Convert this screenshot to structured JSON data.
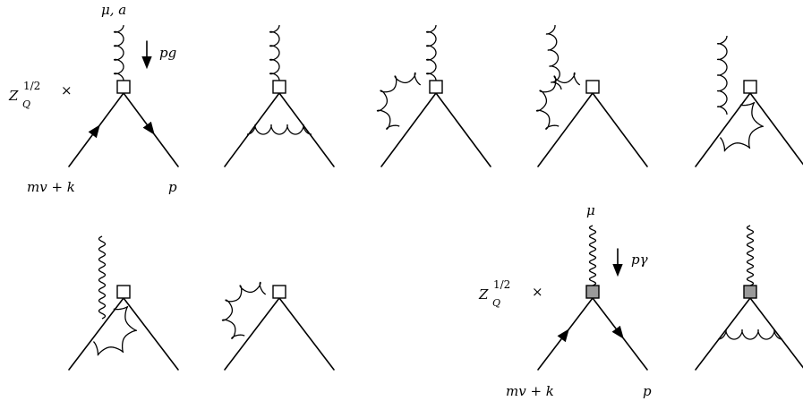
{
  "diagram_a": {
    "factor_base": "Z",
    "factor_sub": "Q",
    "factor_sup": "1/2",
    "times": "×",
    "gluon_index": "μ, a",
    "gluon_momentum": "pg",
    "incoming_momentum": "mv + k",
    "outgoing_momentum": "p"
  },
  "diagram_b": {
    "factor_base": "Z",
    "factor_sub": "Q",
    "factor_sup": "1/2",
    "times": "×",
    "photon_index": "μ",
    "photon_momentum": "pγ",
    "incoming_momentum": "mv + k",
    "outgoing_momentum": "p"
  },
  "colors": {
    "line": "#000000",
    "vertex_open": "#ffffff",
    "vertex_filled": "#9a9a9a"
  }
}
